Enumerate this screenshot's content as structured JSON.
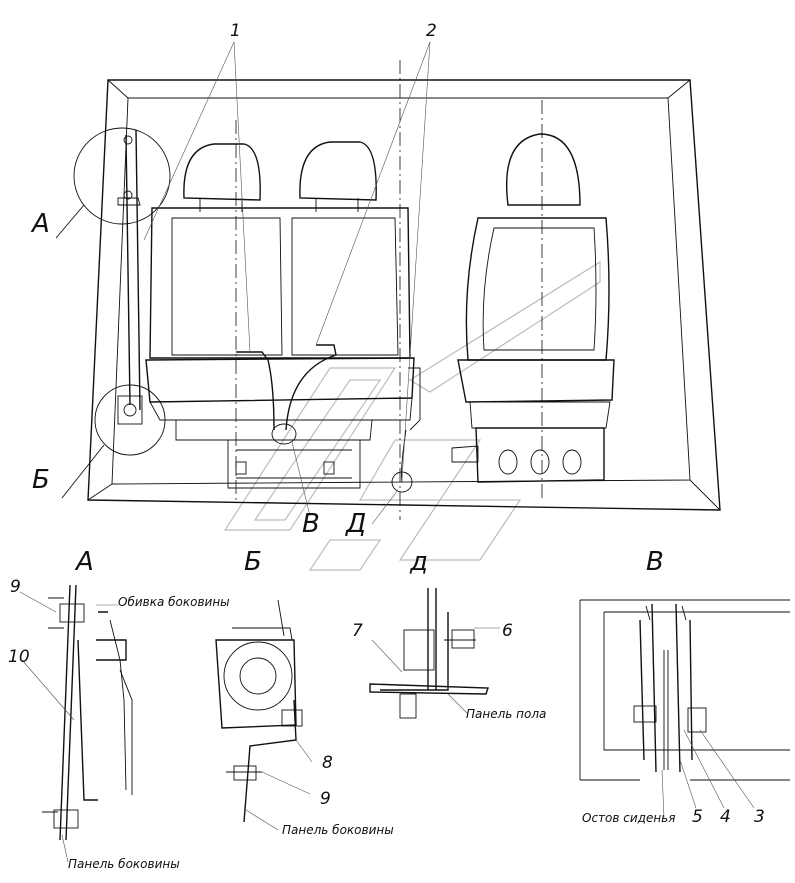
{
  "callouts": [
    "1",
    "2",
    "3",
    "4",
    "5",
    "6",
    "7",
    "8",
    "9",
    "10"
  ],
  "views": {
    "a": "А",
    "b": "Б",
    "v": "В",
    "d_main": "Д",
    "d_detail": "д"
  },
  "captions": {
    "obivka_bokoviny": "Обивка боковины",
    "panel_bokoviny_a": "Панель боковины",
    "panel_bokoviny_b": "Панель боковины",
    "panel_pola": "Панель пола",
    "ostov_sidenya": "Остов сиденья"
  }
}
